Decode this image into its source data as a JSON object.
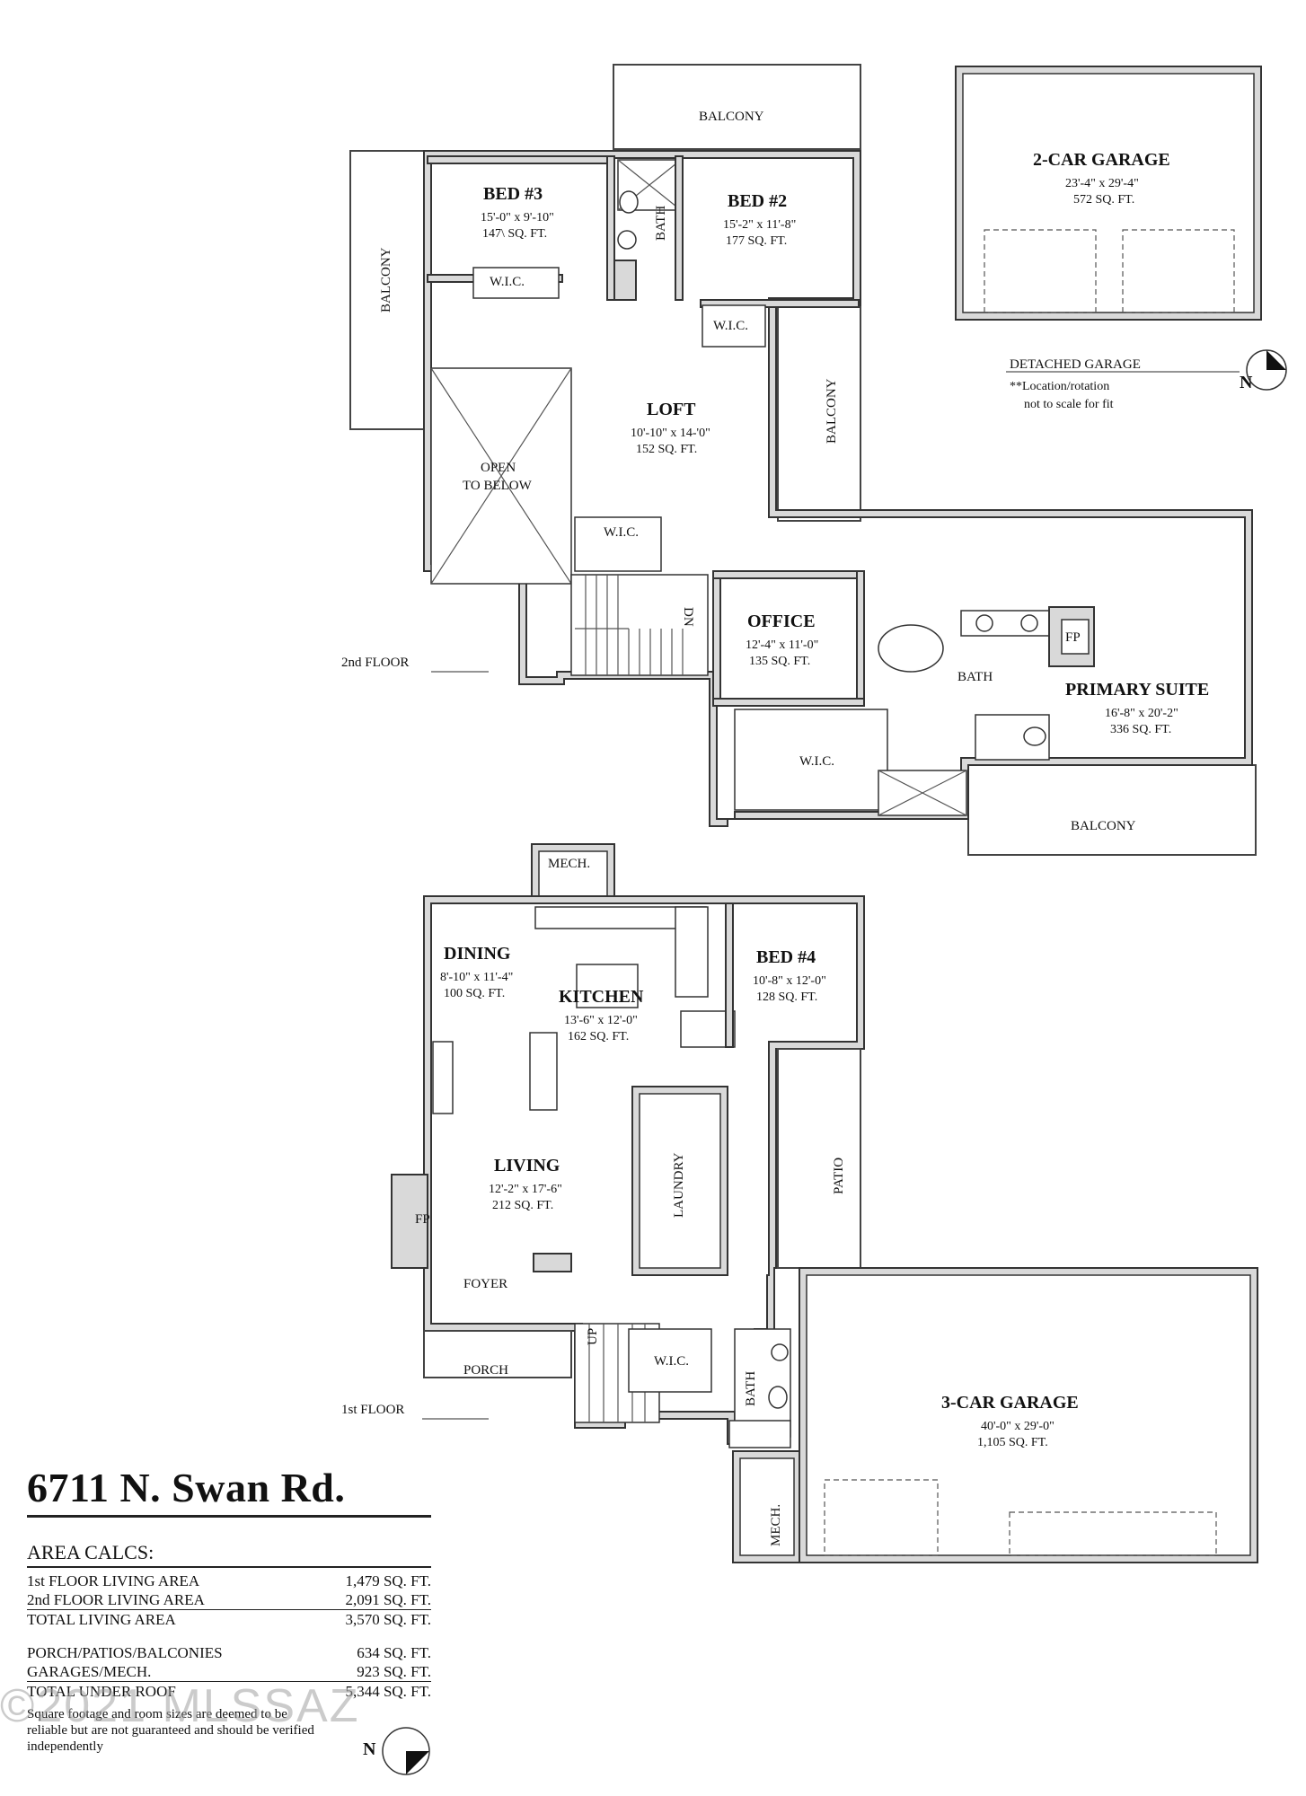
{
  "floors": {
    "second": "2nd FLOOR",
    "first": "1st FLOOR"
  },
  "rooms": {
    "balcony": "BALCONY",
    "bed3": {
      "name": "BED #3",
      "dims": "15'-0\" x 9'-10\"",
      "area": "147\\ SQ. FT."
    },
    "bed2": {
      "name": "BED #2",
      "dims": "15'-2\" x 11'-8\"",
      "area": "177 SQ. FT."
    },
    "bath": "BATH",
    "wic": "W.I.C.",
    "loft": {
      "name": "LOFT",
      "dims": "10'-10\" x 14-'0\"",
      "area": "152 SQ. FT."
    },
    "open_below_1": "OPEN",
    "open_below_2": "TO BELOW",
    "dn": "DN",
    "office": {
      "name": "OFFICE",
      "dims": "12'-4\" x 11'-0\"",
      "area": "135 SQ. FT."
    },
    "primary": {
      "name": "PRIMARY SUITE",
      "dims": "16'-8\" x 20'-2\"",
      "area": "336 SQ. FT."
    },
    "fp": "FP",
    "garage2": {
      "name": "2-CAR GARAGE",
      "dims": "23'-4\" x 29'-4\"",
      "area": "572 SQ. FT."
    },
    "detached": "DETACHED GARAGE",
    "detached_note_1": "**Location/rotation",
    "detached_note_2": "not to scale for fit",
    "north": "N",
    "mech": "MECH.",
    "dining": {
      "name": "DINING",
      "dims": "8'-10\" x 11'-4\"",
      "area": "100 SQ. FT."
    },
    "kitchen": {
      "name": "KITCHEN",
      "dims": "13'-6\" x 12'-0\"",
      "area": "162 SQ. FT."
    },
    "bed4": {
      "name": "BED #4",
      "dims": "10'-8\" x 12'-0\"",
      "area": "128 SQ. FT."
    },
    "laundry": "LAUNDRY",
    "patio": "PATIO",
    "living": {
      "name": "LIVING",
      "dims": "12'-2\" x 17'-6\"",
      "area": "212 SQ. FT."
    },
    "foyer": "FOYER",
    "porch": "PORCH",
    "up": "UP",
    "garage3": {
      "name": "3-CAR GARAGE",
      "dims": "40'-0\" x 29'-0\"",
      "area": "1,105 SQ. FT."
    }
  },
  "info": {
    "address": "6711 N. Swan Rd.",
    "area_title": "AREA CALCS:",
    "rows": [
      {
        "label": "1st FLOOR LIVING AREA",
        "value": "1,479 SQ. FT."
      },
      {
        "label": "2nd FLOOR LIVING AREA",
        "value": "2,091 SQ. FT."
      },
      {
        "label": "TOTAL LIVING AREA",
        "value": "3,570 SQ. FT."
      },
      {
        "label": "PORCH/PATIOS/BALCONIES",
        "value": "634 SQ. FT."
      },
      {
        "label": "GARAGES/MECH.",
        "value": "923 SQ. FT."
      },
      {
        "label": "TOTAL UNDER ROOF",
        "value": "5,344 SQ. FT."
      }
    ],
    "disclaimer": "Square footage and room sizes are deemed to be reliable but are not guaranteed and should be verified independently",
    "watermark": "©2021 MLSSAZ"
  }
}
